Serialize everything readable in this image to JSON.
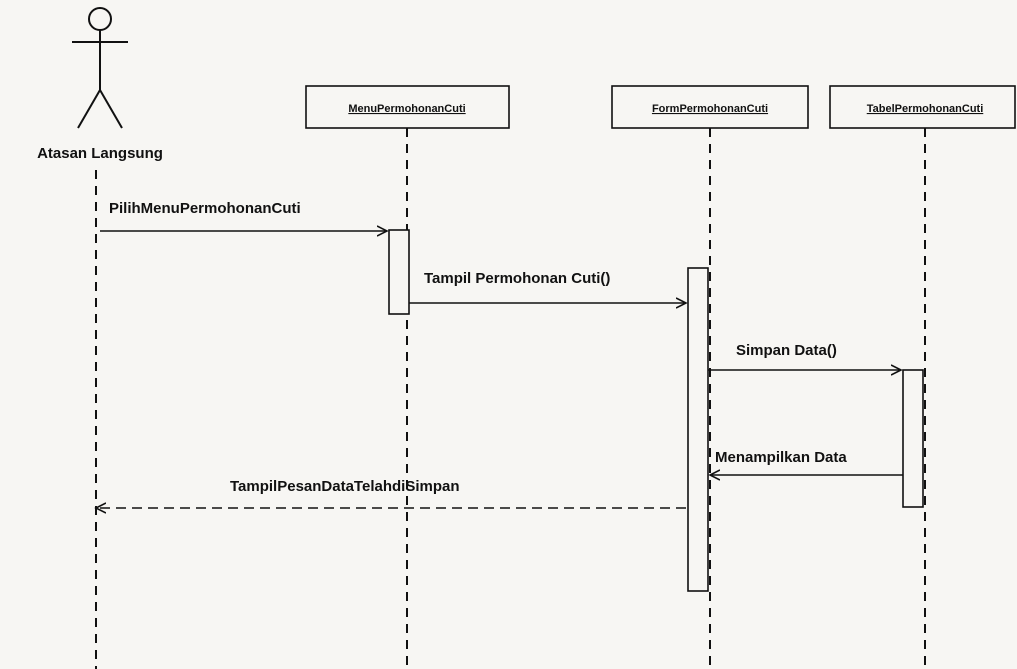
{
  "actor": {
    "name": "Atasan Langsung"
  },
  "objects": [
    {
      "key": "menu",
      "name": "MenuPermohonanCuti"
    },
    {
      "key": "form",
      "name": "FormPermohonanCuti"
    },
    {
      "key": "tabel",
      "name": "TabelPermohonanCuti"
    }
  ],
  "messages": [
    {
      "key": "msg1",
      "label": "PilihMenuPermohonanCuti",
      "from": "actor",
      "to": "menu",
      "style": "solid"
    },
    {
      "key": "msg2",
      "label": "Tampil Permohonan Cuti()",
      "from": "menu",
      "to": "form",
      "style": "solid"
    },
    {
      "key": "msg3",
      "label": "Simpan Data()",
      "from": "form",
      "to": "tabel",
      "style": "solid"
    },
    {
      "key": "msg4",
      "label": "Menampilkan Data",
      "from": "tabel",
      "to": "form",
      "style": "solid"
    },
    {
      "key": "msg5",
      "label": "TampilPesanDataTelahdiSimpan",
      "from": "form",
      "to": "actor",
      "style": "dashed"
    }
  ]
}
